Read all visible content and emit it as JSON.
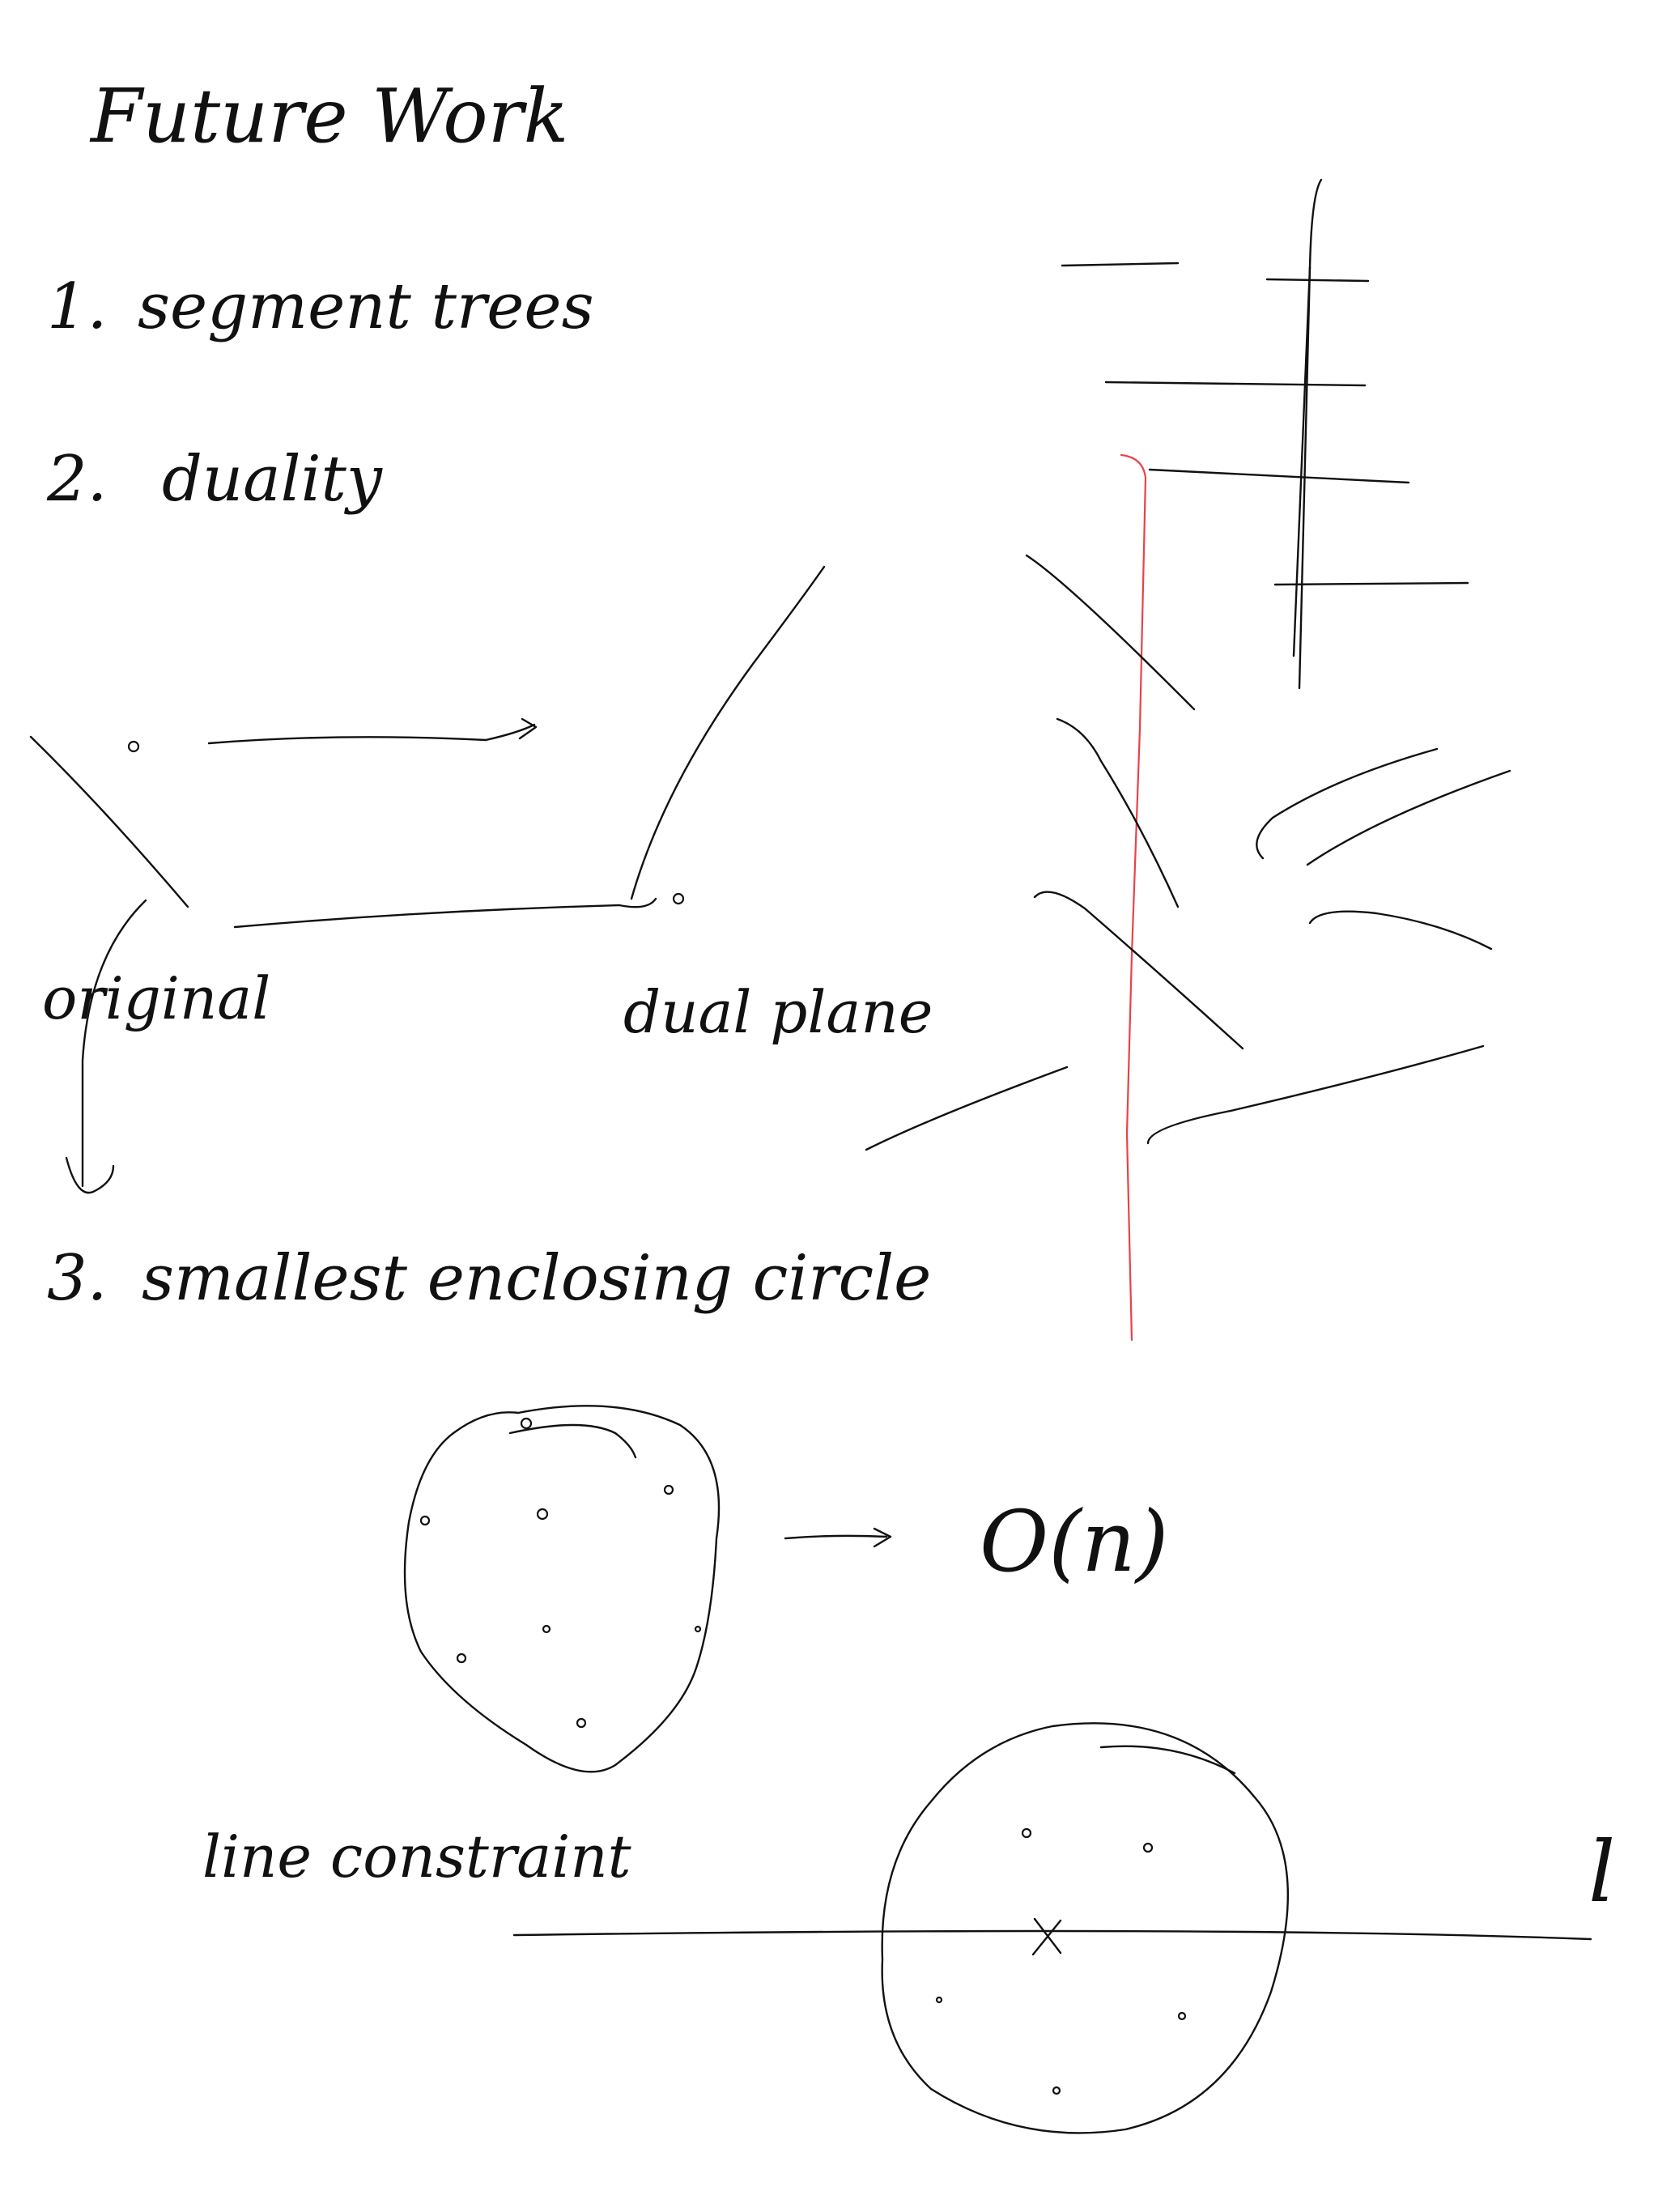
{
  "title": "Future Work",
  "items": [
    {
      "number": "1.",
      "text": "segment trees"
    },
    {
      "number": "2.",
      "text": "duality"
    },
    {
      "number": "3.",
      "text": "smallest enclosing circle"
    }
  ],
  "duality_sketch": {
    "left_label": "original",
    "right_label": "dual plane"
  },
  "circle_sketch": {
    "complexity": "O(n)"
  },
  "line_constraint_sketch": {
    "label": "line constraint",
    "line_label": "l"
  },
  "colors": {
    "ink": "#111111",
    "highlight": "#e8424a",
    "paper": "#ffffff"
  }
}
